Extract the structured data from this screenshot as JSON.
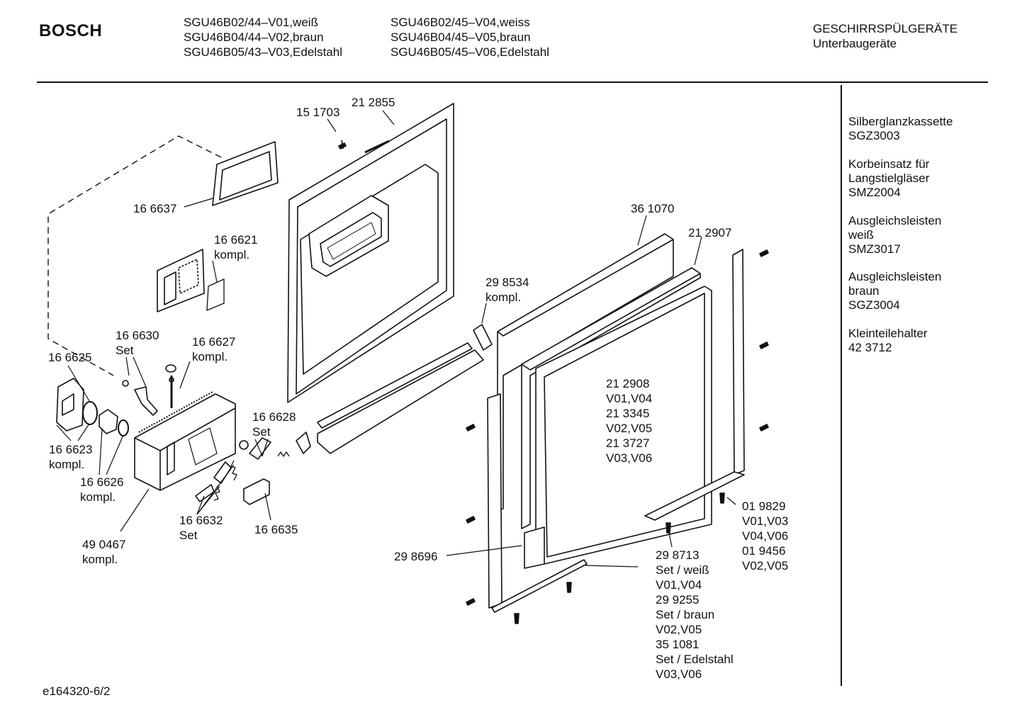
{
  "header": {
    "brand": "BOSCH",
    "models_col1": [
      "SGU46B02/44–V01,weiß",
      "SGU46B04/44–V02,braun",
      "SGU46B05/43–V03,Edelstahl"
    ],
    "models_col2": [
      "SGU46B02/45–V04,weiss",
      "SGU46B04/45–V05,braun",
      "SGU46B05/45–V06,Edelstahl"
    ],
    "category_line1": "GESCHIRRSPÜLGERÄTE",
    "category_line2": "Unterbaugeräte"
  },
  "accessories": [
    [
      "Silberglanzkassette",
      "SGZ3003"
    ],
    [
      "Korbeinsatz für",
      "Langstielgläser",
      "SMZ2004"
    ],
    [
      "Ausgleichsleisten",
      "weiß",
      "SMZ3017"
    ],
    [
      "Ausgleichsleisten",
      "braun",
      "SGZ3004"
    ],
    [
      "Kleinteilehalter",
      "42 3712"
    ]
  ],
  "parts": {
    "p151703": "15 1703",
    "p212855": "21 2855",
    "p166637": "16 6637",
    "p166621": [
      "16 6621",
      "kompl."
    ],
    "p166630": [
      "16 6630",
      "Set"
    ],
    "p166627": [
      "16 6627",
      "kompl."
    ],
    "p166625": "16 6625",
    "p166623": [
      "16 6623",
      "kompl."
    ],
    "p166626": [
      "16 6626",
      "kompl."
    ],
    "p490467": [
      "49 0467",
      "kompl."
    ],
    "p166628": [
      "16 6628",
      "Set"
    ],
    "p166632": [
      "16 6632",
      "Set"
    ],
    "p166635": "16 6635",
    "p298534": [
      "29 8534",
      "kompl."
    ],
    "p361070": "36 1070",
    "p212907": "21 2907",
    "p212908": [
      "21 2908",
      "V01,V04",
      "21 3345",
      "V02,V05",
      "21 3727",
      "V03,V06"
    ],
    "p298696": "29 8696",
    "p298713": [
      "29 8713",
      "Set / weiß",
      "V01,V04",
      "29 9255",
      "Set / braun",
      "V02,V05",
      "35 1081",
      "Set / Edelstahl",
      "V03,V06"
    ],
    "p019829": [
      "01 9829",
      "V01,V03",
      "V04,V06",
      "01 9456",
      "V02,V05"
    ]
  },
  "footer": {
    "doc_id": "e164320-6/2"
  }
}
